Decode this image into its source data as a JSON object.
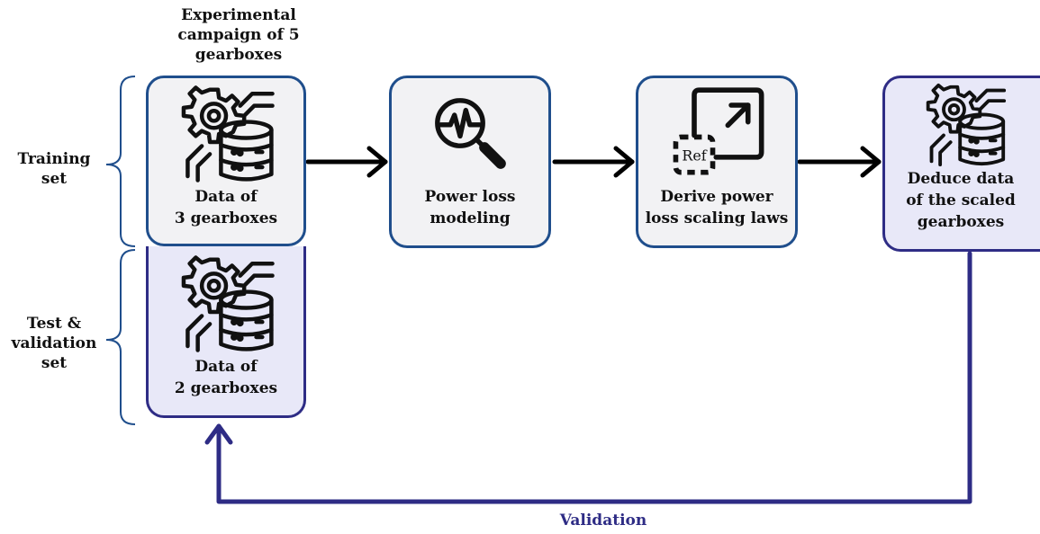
{
  "header": {
    "line1": "Experimental",
    "line2": "campaign of 5 gearboxes"
  },
  "side_labels": {
    "training": {
      "line1": "Training",
      "line2": "set"
    },
    "test": {
      "line1": "Test &",
      "line2": "validation",
      "line3": "set"
    }
  },
  "boxes": {
    "train_data": {
      "line1": "Data of",
      "line2": "3 gearboxes",
      "icon": "gear-database-icon"
    },
    "test_data": {
      "line1": "Data of",
      "line2": "2 gearboxes",
      "icon": "gear-database-icon"
    },
    "modeling": {
      "line1": "Power loss",
      "line2": "modeling",
      "icon": "magnifier-waveform-icon"
    },
    "scaling": {
      "line1": "Derive power",
      "line2": "loss scaling laws",
      "icon": "scale-up-icon",
      "icon_text": "Ref"
    },
    "deduce": {
      "line1": "Deduce data",
      "line2": "of the scaled",
      "line3": "gearboxes",
      "icon": "gear-database-icon"
    }
  },
  "validation_label": "Validation",
  "colors": {
    "blue_border": "#1f4e8c",
    "purple_border": "#2e2c85",
    "gray_fill": "#f2f2f4",
    "purple_fill": "#e8e8f8",
    "arrow": "#000000",
    "validation": "#2e2c85"
  }
}
